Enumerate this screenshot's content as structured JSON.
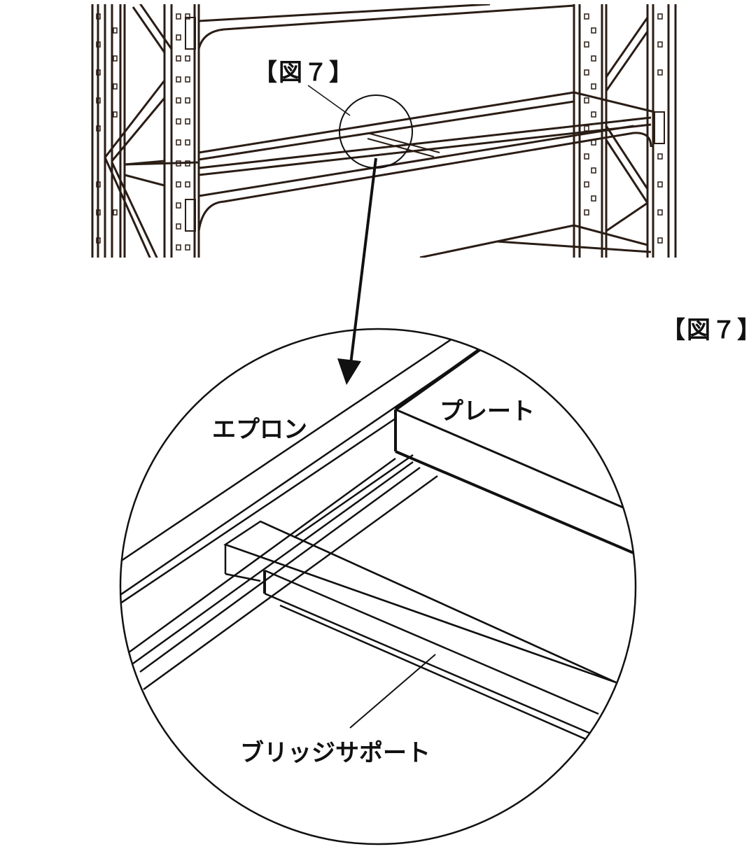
{
  "figure_label_top": "【図７】",
  "figure_label_side": "【図７】",
  "parts": {
    "apron": "エプロン",
    "plate": "プレート",
    "bridge_support": "ブリッジサポート"
  },
  "colors": {
    "rack_line": "#2a1d15",
    "detail_line": "#111111"
  }
}
